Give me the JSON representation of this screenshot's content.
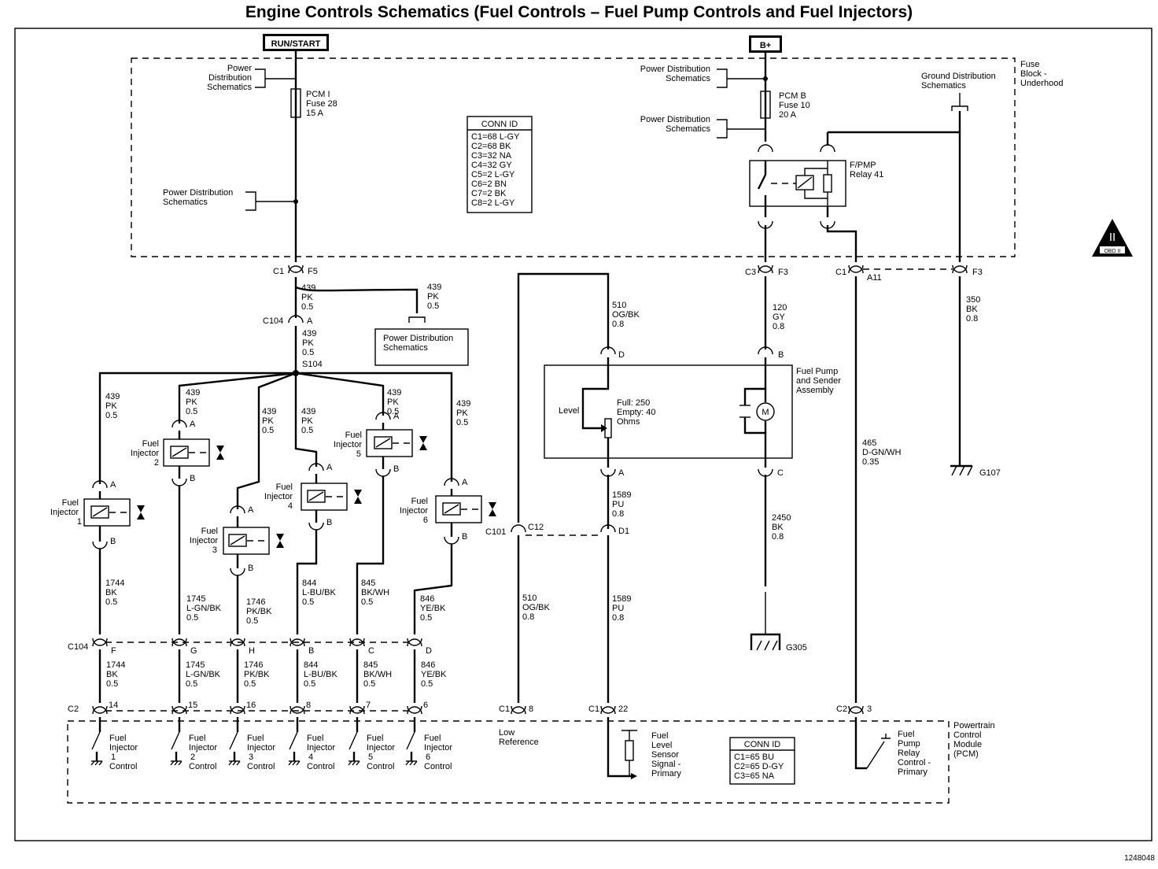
{
  "title": "Engine Controls Schematics (Fuel Controls – Fuel Pump Controls and Fuel Injectors)",
  "figure_number": "1248048",
  "sources": {
    "run_start": "RUN/START",
    "b_plus": "B+"
  },
  "fuse_block": {
    "label": [
      "Fuse",
      "Block -",
      "Underhood"
    ],
    "pwr_dist_1": [
      "Power",
      "Distribution",
      "Schematics"
    ],
    "pwr_dist_2": [
      "Power Distribution",
      "Schematics"
    ],
    "pwr_dist_3": [
      "Power Distribution",
      "Schematics"
    ],
    "pwr_dist_4": [
      "Power Distribution",
      "Schematics"
    ],
    "ground_dist": [
      "Ground Distribution",
      "Schematics"
    ],
    "fuse_pcm_i": [
      "PCM I",
      "Fuse 28",
      "15 A"
    ],
    "fuse_pcm_b": [
      "PCM B",
      "Fuse 10",
      "20 A"
    ],
    "relay": [
      "F/PMP",
      "Relay 41"
    ]
  },
  "conn_id_top": {
    "header": "CONN ID",
    "rows": [
      "C1=68 L-GY",
      "C2=68 BK",
      "C3=32 NA",
      "C4=32 GY",
      "C5=2 L-GY",
      "C6=2 BN",
      "C7=2 BK",
      "C8=2 L-GY"
    ]
  },
  "conn_id_bottom": {
    "header": "CONN ID",
    "rows": [
      "C1=65 BU",
      "C2=65 D-GY",
      "C3=65 NA"
    ]
  },
  "connectors": {
    "c1": "C1",
    "f5": "F5",
    "c104": "C104",
    "a": "A",
    "s104": "S104",
    "c3": "C3",
    "f3a": "F3",
    "c1b": "C1",
    "a11": "A11",
    "f3b": "F3",
    "c101": "C101",
    "c12": "C12",
    "d1": "D1",
    "c104b": "C104",
    "pins_c104": [
      "F",
      "G",
      "H",
      "B",
      "C",
      "D"
    ],
    "c2": "C2",
    "pins_c2": [
      "14",
      "15",
      "16",
      "8",
      "7",
      "6"
    ],
    "c1c": "C1",
    "pin8": "8",
    "c1d": "C1",
    "pin22": "22",
    "c2b": "C2",
    "pin3": "3",
    "pin_d": "D",
    "pin_b": "B",
    "pin_a": "A",
    "pin_c": "C"
  },
  "wires": {
    "w439_main": [
      "439",
      "PK",
      "0.5"
    ],
    "w439_pd": [
      "439",
      "PK",
      "0.5"
    ],
    "w439_c104": [
      "439",
      "PK",
      "0.5"
    ],
    "inj_feeds": [
      [
        "439",
        "PK",
        "0.5"
      ],
      [
        "439",
        "PK",
        "0.5"
      ],
      [
        "439",
        "PK",
        "0.5"
      ],
      [
        "439",
        "PK",
        "0.5"
      ],
      [
        "439",
        "PK",
        "0.5"
      ],
      [
        "439",
        "PK",
        "0.5"
      ]
    ],
    "inj_upper": [
      [
        "1744",
        "BK",
        "0.5"
      ],
      [
        "1745",
        "L-GN/BK",
        "0.5"
      ],
      [
        "1746",
        "PK/BK",
        "0.5"
      ],
      [
        "844",
        "L-BU/BK",
        "0.5"
      ],
      [
        "845",
        "BK/WH",
        "0.5"
      ],
      [
        "846",
        "YE/BK",
        "0.5"
      ]
    ],
    "inj_lower": [
      [
        "1744",
        "BK",
        "0.5"
      ],
      [
        "1745",
        "L-GN/BK",
        "0.5"
      ],
      [
        "1746",
        "PK/BK",
        "0.5"
      ],
      [
        "844",
        "L-BU/BK",
        "0.5"
      ],
      [
        "845",
        "BK/WH",
        "0.5"
      ],
      [
        "846",
        "YE/BK",
        "0.5"
      ]
    ],
    "w510_top": [
      "510",
      "OG/BK",
      "0.8"
    ],
    "w510_bot": [
      "510",
      "OG/BK",
      "0.8"
    ],
    "w1589_top": [
      "1589",
      "PU",
      "0.8"
    ],
    "w1589_bot": [
      "1589",
      "PU",
      "0.8"
    ],
    "w120": [
      "120",
      "GY",
      "0.8"
    ],
    "w2450": [
      "2450",
      "BK",
      "0.8"
    ],
    "w465": [
      "465",
      "D-GN/WH",
      "0.35"
    ],
    "w350": [
      "350",
      "BK",
      "0.8"
    ]
  },
  "power_dist_box": [
    "Power Distribution",
    "Schematics"
  ],
  "injectors": [
    {
      "name": [
        "Fuel",
        "Injector"
      ],
      "num": "1"
    },
    {
      "name": [
        "Fuel",
        "Injector"
      ],
      "num": "2"
    },
    {
      "name": [
        "Fuel",
        "Injector"
      ],
      "num": "3"
    },
    {
      "name": [
        "Fuel",
        "Injector"
      ],
      "num": "4"
    },
    {
      "name": [
        "Fuel",
        "Injector"
      ],
      "num": "5"
    },
    {
      "name": [
        "Fuel",
        "Injector"
      ],
      "num": "6"
    }
  ],
  "pump_assembly": {
    "label": [
      "Fuel Pump",
      "and Sender",
      "Assembly"
    ],
    "level": "Level",
    "values": [
      "Full: 250",
      "Empty: 40",
      "Ohms"
    ],
    "motor": "M"
  },
  "grounds": {
    "g107": "G107",
    "g305": "G305"
  },
  "pcm": {
    "label": [
      "Powertrain",
      "Control",
      "Module",
      "(PCM)"
    ],
    "controls": [
      [
        "Fuel",
        "Injector",
        "1",
        "Control"
      ],
      [
        "Fuel",
        "Injector",
        "2",
        "Control"
      ],
      [
        "Fuel",
        "Injector",
        "3",
        "Control"
      ],
      [
        "Fuel",
        "Injector",
        "4",
        "Control"
      ],
      [
        "Fuel",
        "Injector",
        "5",
        "Control"
      ],
      [
        "Fuel",
        "Injector",
        "6",
        "Control"
      ]
    ],
    "low_ref": [
      "Low",
      "Reference"
    ],
    "level_sensor": [
      "Fuel",
      "Level",
      "Sensor",
      "Signal -",
      "Primary"
    ],
    "relay_ctrl": [
      "Fuel",
      "Pump",
      "Relay",
      "Control -",
      "Primary"
    ]
  },
  "obd_badge": {
    "symbol": "II",
    "text": "OBD II"
  }
}
